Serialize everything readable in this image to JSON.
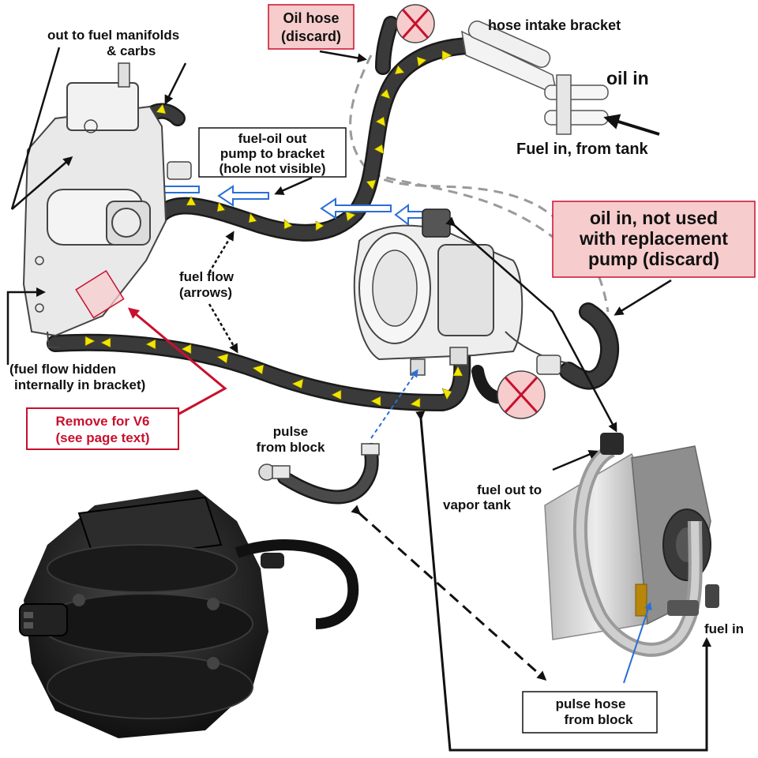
{
  "colors": {
    "hose": "#3a3a3a",
    "hose_edge": "#1a1a1a",
    "flow_arrow": "#f2e600",
    "pink_box": "#f7cccc",
    "red": "#c8102e",
    "leader": "#111111",
    "blue_arrow": "#2a6fd6",
    "part_gray": "#d8d8d8",
    "pump_black": "#1e1e1e"
  },
  "labels": {
    "out_to_fuel_manifolds_line1": "out to fuel manifolds",
    "out_to_fuel_manifolds_line2": "& carbs",
    "oil_hose_line1": "Oil hose",
    "oil_hose_line2": "(discard)",
    "hose_intake_bracket": "hose intake bracket",
    "oil_in": "oil in",
    "fuel_in_from_tank": "Fuel in, from tank",
    "fuel_oil_out_line1": "fuel-oil out",
    "fuel_oil_out_line2": "pump to bracket",
    "fuel_oil_out_line3": "(hole not visible)",
    "oil_in_not_used_line1": "oil in, not used",
    "oil_in_not_used_line2": "with replacement",
    "oil_in_not_used_line3": "pump (discard)",
    "fuel_flow_line1": "fuel flow",
    "fuel_flow_line2": "(arrows)",
    "fuel_flow_hidden_line1": "(fuel flow hidden",
    "fuel_flow_hidden_line2": "internally in bracket)",
    "remove_for_v6_line1": "Remove for V6",
    "remove_for_v6_line2": "(see page text)",
    "pulse_from_block_line1": "pulse",
    "pulse_from_block_line2": "from block",
    "fuel_out_vapor_line1": "fuel out to",
    "fuel_out_vapor_line2": "vapor tank",
    "pulse_hose_line1": "pulse hose",
    "pulse_hose_line2": "from block",
    "fuel_in": "fuel in"
  }
}
